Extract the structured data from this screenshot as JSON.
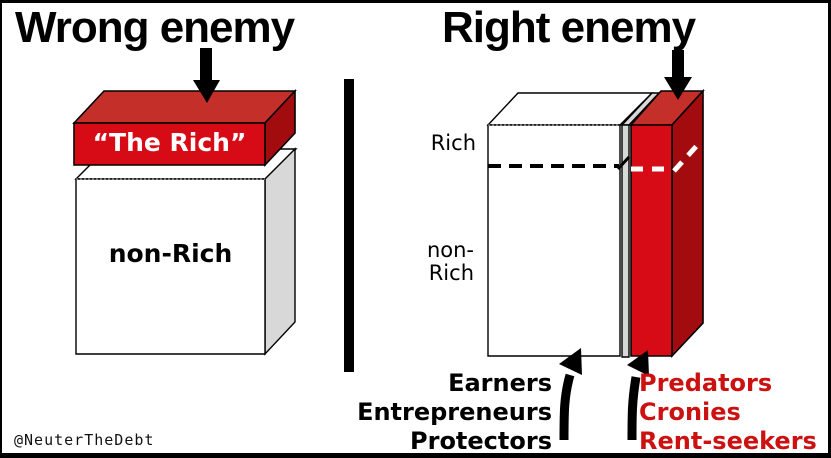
{
  "left_panel": {
    "title": "Wrong enemy",
    "slab_label": "“The Rich”",
    "box_label": "non-Rich"
  },
  "right_panel": {
    "title": "Right enemy",
    "rich_label": "Rich",
    "non_rich_label_line1": "non-",
    "non_rich_label_line2": "Rich",
    "white_group_labels": [
      "Earners",
      "Entrepreneurs",
      "Protectors"
    ],
    "red_group_labels": [
      "Predators",
      "Cronies",
      "Rent-seekers"
    ]
  },
  "watermark": "@NeuterTheDebt",
  "colors": {
    "red_front": "#D60B16",
    "red_top": "#C52F29",
    "red_side": "#A30C0E",
    "gray_side": "#D8D8D8",
    "label_red": "#CC1111"
  }
}
